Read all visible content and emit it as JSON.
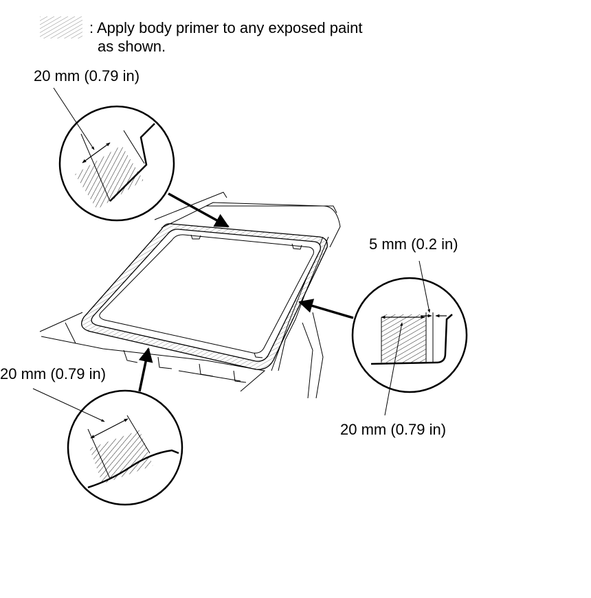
{
  "legend": {
    "symbol": "hatched-primer-swatch",
    "line1": ": Apply body primer to any exposed paint",
    "line2": "as shown."
  },
  "callouts": {
    "top_left": "20 mm (0.79 in)",
    "bottom_left": "20 mm (0.79 in)",
    "right_top": "5 mm (0.2 in)",
    "right_bottom": "20 mm (0.79 in)"
  },
  "colors": {
    "ink": "#000000",
    "paper": "#ffffff"
  }
}
